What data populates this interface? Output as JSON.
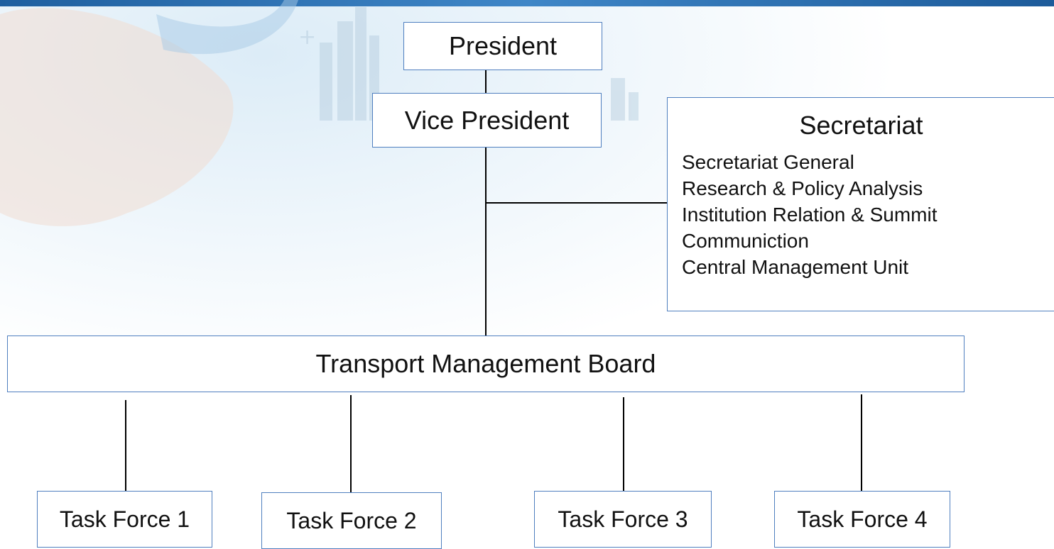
{
  "chart": {
    "president": "President",
    "vice_president": "Vice President",
    "secretariat": {
      "title": "Secretariat",
      "items": [
        "Secretariat General",
        "Research & Policy Analysis",
        "Institution Relation & Summit",
        "Communiction",
        "Central Management Unit"
      ]
    },
    "board": "Transport Management Board",
    "task_forces": [
      "Task Force 1",
      "Task Force 2",
      "Task Force 3",
      "Task Force 4"
    ]
  },
  "colors": {
    "box_border": "#4f7fbf",
    "connector": "#000000",
    "header_band": "#2f6fb0"
  }
}
